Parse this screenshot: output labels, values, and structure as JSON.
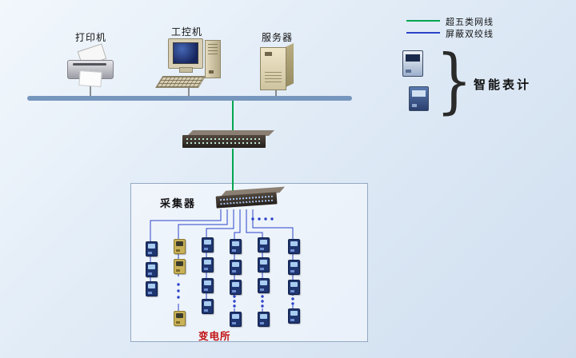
{
  "legend": {
    "items": [
      {
        "label": "超五类网线",
        "color": "#00A550"
      },
      {
        "label": "屏蔽双绞线",
        "color": "#2B43C8"
      }
    ]
  },
  "top_devices": [
    {
      "id": "printer",
      "label": "打印机"
    },
    {
      "id": "industrial-computer",
      "label": "工控机"
    },
    {
      "id": "server",
      "label": "服务器"
    }
  ],
  "smart_meters": {
    "label": "智能表计",
    "brace": "}"
  },
  "substation": {
    "collector_label": "采集器",
    "name_label": "变电所",
    "name_color": "#C11212"
  },
  "colors": {
    "bus_line": "#7696BD",
    "cat5_cable_green": "#00A550",
    "twisted_pair_blue": "#2B43C8",
    "background": "#DDE8F5"
  }
}
